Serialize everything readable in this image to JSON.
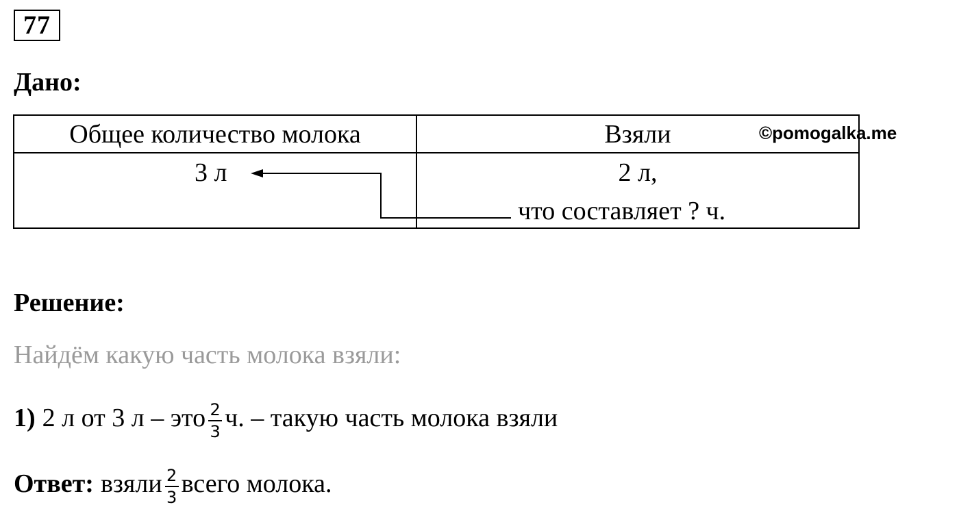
{
  "problem": {
    "number": "77"
  },
  "given": {
    "heading": "Дано:",
    "table": {
      "headers": [
        "Общее количество молока",
        "Взяли"
      ],
      "total_value": "3 л",
      "taken_value": "2 л,",
      "taken_note": "что составляет ? ч."
    }
  },
  "watermark": "©pomogalka.me",
  "solution": {
    "heading": "Решение:",
    "intro": "Найдём какую часть молока взяли:",
    "step": {
      "number": "1)",
      "text_before": "2 л от 3 л – это",
      "fraction": {
        "numerator": "2",
        "denominator": "3"
      },
      "text_after": "ч. – такую часть молока взяли"
    }
  },
  "answer": {
    "label": "Ответ:",
    "text_before": "взяли",
    "fraction": {
      "numerator": "2",
      "denominator": "3"
    },
    "text_after": "всего молока."
  }
}
